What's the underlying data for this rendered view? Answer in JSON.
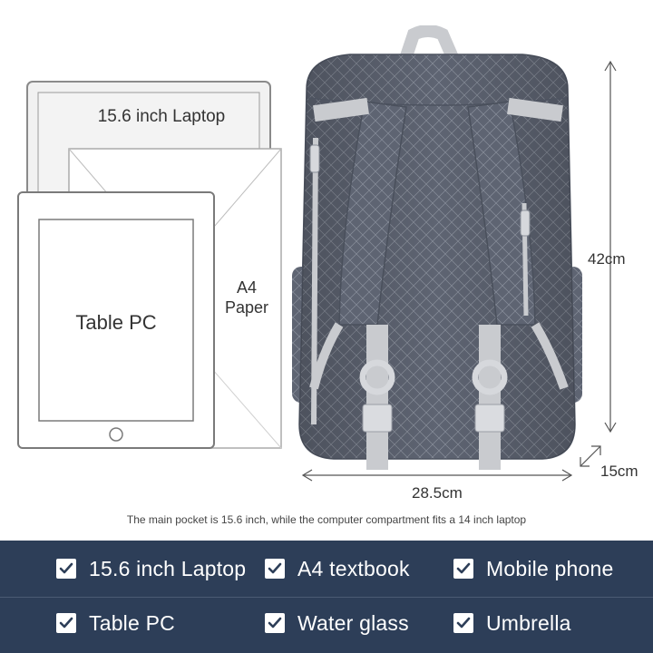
{
  "devices": {
    "laptop_label": "15.6 inch Laptop",
    "tablet_label": "Table PC",
    "paper_label_line1": "A4",
    "paper_label_line2": "Paper"
  },
  "dimensions": {
    "height": "42cm",
    "width": "28.5cm",
    "depth": "15cm"
  },
  "caption": "The main pocket is 15.6 inch, while the computer compartment fits a 14 inch laptop",
  "checklist": [
    {
      "label": "15.6 inch Laptop"
    },
    {
      "label": "A4 textbook"
    },
    {
      "label": "Mobile phone"
    },
    {
      "label": "Table PC"
    },
    {
      "label": "Water glass"
    },
    {
      "label": "Umbrella"
    }
  ],
  "colors": {
    "panel": "#2d3e58",
    "backpack": "#5e6472",
    "strap": "#c9cbcf"
  },
  "icons": [
    "checkmark-icon",
    "zipper-icon",
    "buckle-icon"
  ]
}
